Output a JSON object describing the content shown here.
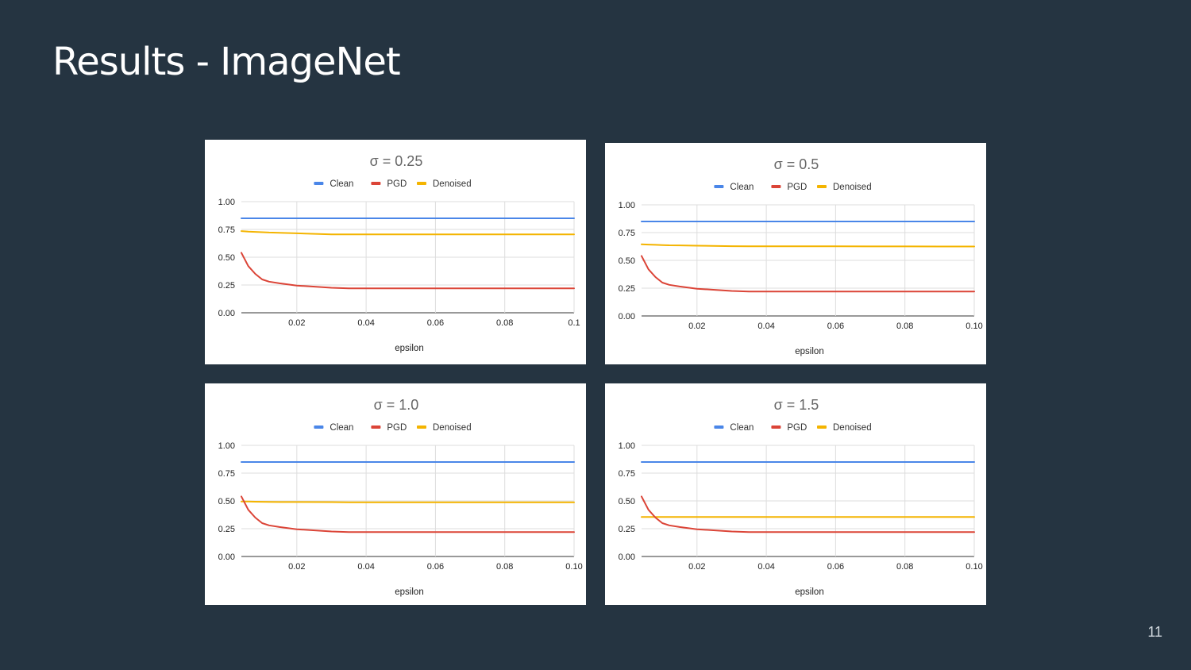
{
  "slide": {
    "title": "Results - ImageNet",
    "page_number": "11"
  },
  "colors": {
    "background": "#253441",
    "Clean": "#4a86e8",
    "PGD": "#db4437",
    "Denoised": "#f4b400"
  },
  "chart_data": [
    {
      "type": "line",
      "title": "σ = 0.25",
      "xlabel": "epsilon",
      "ylabel": "",
      "legend_position": "top-center",
      "grid": true,
      "xlim": [
        0.004,
        0.1
      ],
      "ylim": [
        0,
        1
      ],
      "x_ticks": [
        0.02,
        0.04,
        0.06,
        0.08,
        0.1
      ],
      "x_tick_labels": [
        "0.02",
        "0.04",
        "0.06",
        "0.08",
        "0.1"
      ],
      "y_ticks": [
        0,
        0.25,
        0.5,
        0.75,
        1
      ],
      "y_tick_labels": [
        "0.00",
        "0.25",
        "0.50",
        "0.75",
        "1.00"
      ],
      "x": [
        0.004,
        0.006,
        0.008,
        0.01,
        0.012,
        0.015,
        0.02,
        0.03,
        0.035,
        0.04,
        0.05,
        0.06,
        0.07,
        0.08,
        0.09,
        0.1
      ],
      "series": [
        {
          "name": "Clean",
          "values": [
            0.85,
            0.85,
            0.85,
            0.85,
            0.85,
            0.85,
            0.85,
            0.85,
            0.85,
            0.85,
            0.85,
            0.85,
            0.85,
            0.85,
            0.85,
            0.85
          ]
        },
        {
          "name": "PGD",
          "values": [
            0.54,
            0.42,
            0.35,
            0.3,
            0.28,
            0.265,
            0.245,
            0.225,
            0.22,
            0.22,
            0.22,
            0.22,
            0.22,
            0.22,
            0.22,
            0.22
          ]
        },
        {
          "name": "Denoised",
          "values": [
            0.735,
            0.73,
            0.728,
            0.725,
            0.722,
            0.72,
            0.715,
            0.705,
            0.705,
            0.705,
            0.705,
            0.705,
            0.705,
            0.705,
            0.705,
            0.705
          ]
        }
      ]
    },
    {
      "type": "line",
      "title": "σ = 0.5",
      "xlabel": "epsilon",
      "ylabel": "",
      "legend_position": "top-center",
      "grid": true,
      "xlim": [
        0.004,
        0.1
      ],
      "ylim": [
        0,
        1
      ],
      "x_ticks": [
        0.02,
        0.04,
        0.06,
        0.08,
        0.1
      ],
      "x_tick_labels": [
        "0.02",
        "0.04",
        "0.06",
        "0.08",
        "0.10"
      ],
      "y_ticks": [
        0,
        0.25,
        0.5,
        0.75,
        1
      ],
      "y_tick_labels": [
        "0.00",
        "0.25",
        "0.50",
        "0.75",
        "1.00"
      ],
      "x": [
        0.004,
        0.006,
        0.008,
        0.01,
        0.012,
        0.015,
        0.02,
        0.03,
        0.035,
        0.04,
        0.05,
        0.06,
        0.07,
        0.08,
        0.09,
        0.1
      ],
      "series": [
        {
          "name": "Clean",
          "values": [
            0.85,
            0.85,
            0.85,
            0.85,
            0.85,
            0.85,
            0.85,
            0.85,
            0.85,
            0.85,
            0.85,
            0.85,
            0.85,
            0.85,
            0.85,
            0.85
          ]
        },
        {
          "name": "PGD",
          "values": [
            0.54,
            0.42,
            0.35,
            0.3,
            0.28,
            0.265,
            0.245,
            0.225,
            0.22,
            0.22,
            0.22,
            0.22,
            0.22,
            0.22,
            0.22,
            0.22
          ]
        },
        {
          "name": "Denoised",
          "values": [
            0.645,
            0.642,
            0.64,
            0.638,
            0.636,
            0.635,
            0.632,
            0.628,
            0.627,
            0.627,
            0.627,
            0.627,
            0.626,
            0.626,
            0.625,
            0.625
          ]
        }
      ]
    },
    {
      "type": "line",
      "title": "σ = 1.0",
      "xlabel": "epsilon",
      "ylabel": "",
      "legend_position": "top-center",
      "grid": true,
      "xlim": [
        0.004,
        0.1
      ],
      "ylim": [
        0,
        1
      ],
      "x_ticks": [
        0.02,
        0.04,
        0.06,
        0.08,
        0.1
      ],
      "x_tick_labels": [
        "0.02",
        "0.04",
        "0.06",
        "0.08",
        "0.10"
      ],
      "y_ticks": [
        0,
        0.25,
        0.5,
        0.75,
        1
      ],
      "y_tick_labels": [
        "0.00",
        "0.25",
        "0.50",
        "0.75",
        "1.00"
      ],
      "x": [
        0.004,
        0.006,
        0.008,
        0.01,
        0.012,
        0.015,
        0.02,
        0.03,
        0.035,
        0.04,
        0.05,
        0.06,
        0.07,
        0.08,
        0.09,
        0.1
      ],
      "series": [
        {
          "name": "Clean",
          "values": [
            0.85,
            0.85,
            0.85,
            0.85,
            0.85,
            0.85,
            0.85,
            0.85,
            0.85,
            0.85,
            0.85,
            0.85,
            0.85,
            0.85,
            0.85,
            0.85
          ]
        },
        {
          "name": "PGD",
          "values": [
            0.54,
            0.42,
            0.35,
            0.3,
            0.28,
            0.265,
            0.245,
            0.225,
            0.22,
            0.22,
            0.22,
            0.22,
            0.22,
            0.22,
            0.22,
            0.22
          ]
        },
        {
          "name": "Denoised",
          "values": [
            0.495,
            0.494,
            0.493,
            0.492,
            0.491,
            0.49,
            0.49,
            0.489,
            0.488,
            0.488,
            0.488,
            0.487,
            0.487,
            0.487,
            0.487,
            0.487
          ]
        }
      ]
    },
    {
      "type": "line",
      "title": "σ = 1.5",
      "xlabel": "epsilon",
      "ylabel": "",
      "legend_position": "top-center",
      "grid": true,
      "xlim": [
        0.004,
        0.1
      ],
      "ylim": [
        0,
        1
      ],
      "x_ticks": [
        0.02,
        0.04,
        0.06,
        0.08,
        0.1
      ],
      "x_tick_labels": [
        "0.02",
        "0.04",
        "0.06",
        "0.08",
        "0.10"
      ],
      "y_ticks": [
        0,
        0.25,
        0.5,
        0.75,
        1
      ],
      "y_tick_labels": [
        "0.00",
        "0.25",
        "0.50",
        "0.75",
        "1.00"
      ],
      "x": [
        0.004,
        0.006,
        0.008,
        0.01,
        0.012,
        0.015,
        0.02,
        0.03,
        0.035,
        0.04,
        0.05,
        0.06,
        0.07,
        0.08,
        0.09,
        0.1
      ],
      "series": [
        {
          "name": "Clean",
          "values": [
            0.85,
            0.85,
            0.85,
            0.85,
            0.85,
            0.85,
            0.85,
            0.85,
            0.85,
            0.85,
            0.85,
            0.85,
            0.85,
            0.85,
            0.85,
            0.85
          ]
        },
        {
          "name": "PGD",
          "values": [
            0.54,
            0.42,
            0.35,
            0.3,
            0.28,
            0.265,
            0.245,
            0.225,
            0.22,
            0.22,
            0.22,
            0.22,
            0.22,
            0.22,
            0.22,
            0.22
          ]
        },
        {
          "name": "Denoised",
          "values": [
            0.355,
            0.355,
            0.355,
            0.355,
            0.355,
            0.355,
            0.355,
            0.355,
            0.355,
            0.355,
            0.355,
            0.355,
            0.355,
            0.355,
            0.355,
            0.355
          ]
        }
      ]
    }
  ]
}
